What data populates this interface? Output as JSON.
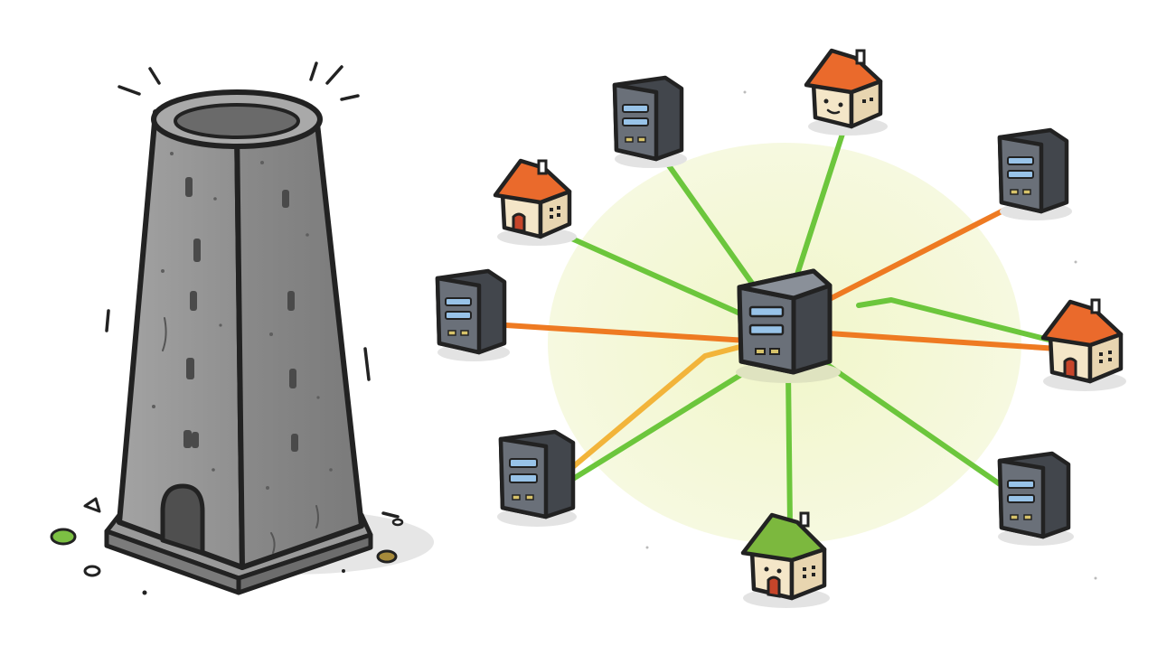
{
  "scene": {
    "left_subject": "monolithic-tower",
    "right_subject": "distributed-network",
    "colors": {
      "background": "#ffffff",
      "tower_stone": "#8e8e8e",
      "tower_stone_light": "#a4a4a4",
      "tower_stone_dark": "#747474",
      "outline": "#222222",
      "hub_glow": "#f3f7d2",
      "link_green": "#6cc63c",
      "link_orange": "#ee7a22",
      "link_yellow": "#f2b43a",
      "server_body": "#5f646b",
      "server_panel": "#98c3e8",
      "roof_orange": "#ea6a2c",
      "roof_green": "#7cb83e",
      "house_wall": "#f4e6c8"
    }
  },
  "network": {
    "hub": "central-server",
    "nodes": [
      {
        "id": "server-top-left",
        "kind": "server",
        "link": "green"
      },
      {
        "id": "house-top",
        "kind": "house",
        "roof": "orange",
        "face": true,
        "link": "green"
      },
      {
        "id": "server-top-right",
        "kind": "server",
        "link": "orange"
      },
      {
        "id": "house-left",
        "kind": "house",
        "roof": "orange",
        "face": false,
        "link": "green"
      },
      {
        "id": "server-left",
        "kind": "server",
        "link": "orange"
      },
      {
        "id": "house-right",
        "kind": "house",
        "roof": "orange",
        "face": false,
        "link": "orange"
      },
      {
        "id": "server-bottom-left",
        "kind": "server",
        "link": "green"
      },
      {
        "id": "house-bottom",
        "kind": "house",
        "roof": "green",
        "face": false,
        "link": "green"
      },
      {
        "id": "server-bottom-right",
        "kind": "server",
        "link": "green"
      }
    ]
  }
}
